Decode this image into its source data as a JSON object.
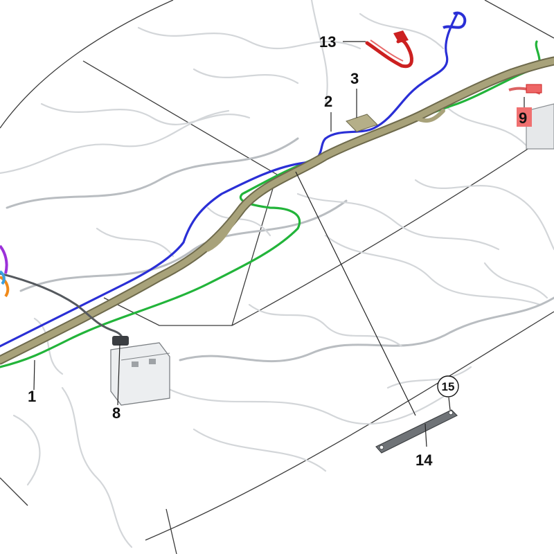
{
  "diagram": {
    "colors": {
      "main_harness": "#a8a27a",
      "harness_edge": "#6e6a4c",
      "blue_cable": "#2a2fd6",
      "green_cable": "#22b43a",
      "red_cable": "#cc2020",
      "dark_cable": "#55595e",
      "purple_cable": "#9b30d9",
      "orange_cable": "#f08a1a",
      "label_9_bg": "#f07070",
      "background_wiring": "#d3d6d9"
    },
    "callouts": {
      "c1": "1",
      "c2": "2",
      "c3": "3",
      "c8": "8",
      "c9": "9",
      "c13": "13",
      "c14": "14",
      "c15": "15"
    }
  }
}
